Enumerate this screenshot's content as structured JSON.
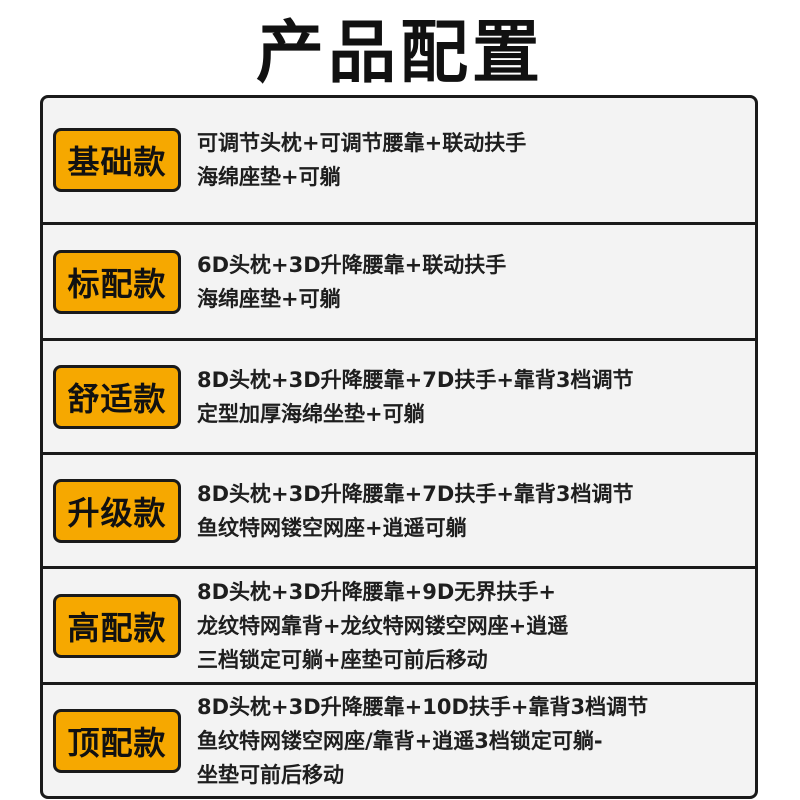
{
  "title": "产品配置",
  "tiers": [
    {
      "name": "基础款",
      "lines": [
        "可调节头枕+可调节腰靠+联动扶手",
        "海绵座垫+可躺"
      ]
    },
    {
      "name": "标配款",
      "lines": [
        "6D头枕+3D升降腰靠+联动扶手",
        "海绵座垫+可躺"
      ]
    },
    {
      "name": "舒适款",
      "lines": [
        "8D头枕+3D升降腰靠+7D扶手+靠背3档调节",
        "定型加厚海绵坐垫+可躺"
      ]
    },
    {
      "name": "升级款",
      "lines": [
        "8D头枕+3D升降腰靠+7D扶手+靠背3档调节",
        "鱼纹特网镂空网座+逍遥可躺"
      ]
    },
    {
      "name": "高配款",
      "lines": [
        "8D头枕+3D升降腰靠+9D无界扶手+",
        "龙纹特网靠背+龙纹特网镂空网座+逍遥",
        "三档锁定可躺+座垫可前后移动"
      ]
    },
    {
      "name": "顶配款",
      "lines": [
        "8D头枕+3D升降腰靠+10D扶手+靠背3档调节",
        "鱼纹特网镂空网座/靠背+逍遥3档锁定可躺-",
        "坐垫可前后移动"
      ]
    }
  ],
  "colors": {
    "badge": "#f6a800",
    "border": "#1a1a1a",
    "panel": "#f3f3f3"
  }
}
